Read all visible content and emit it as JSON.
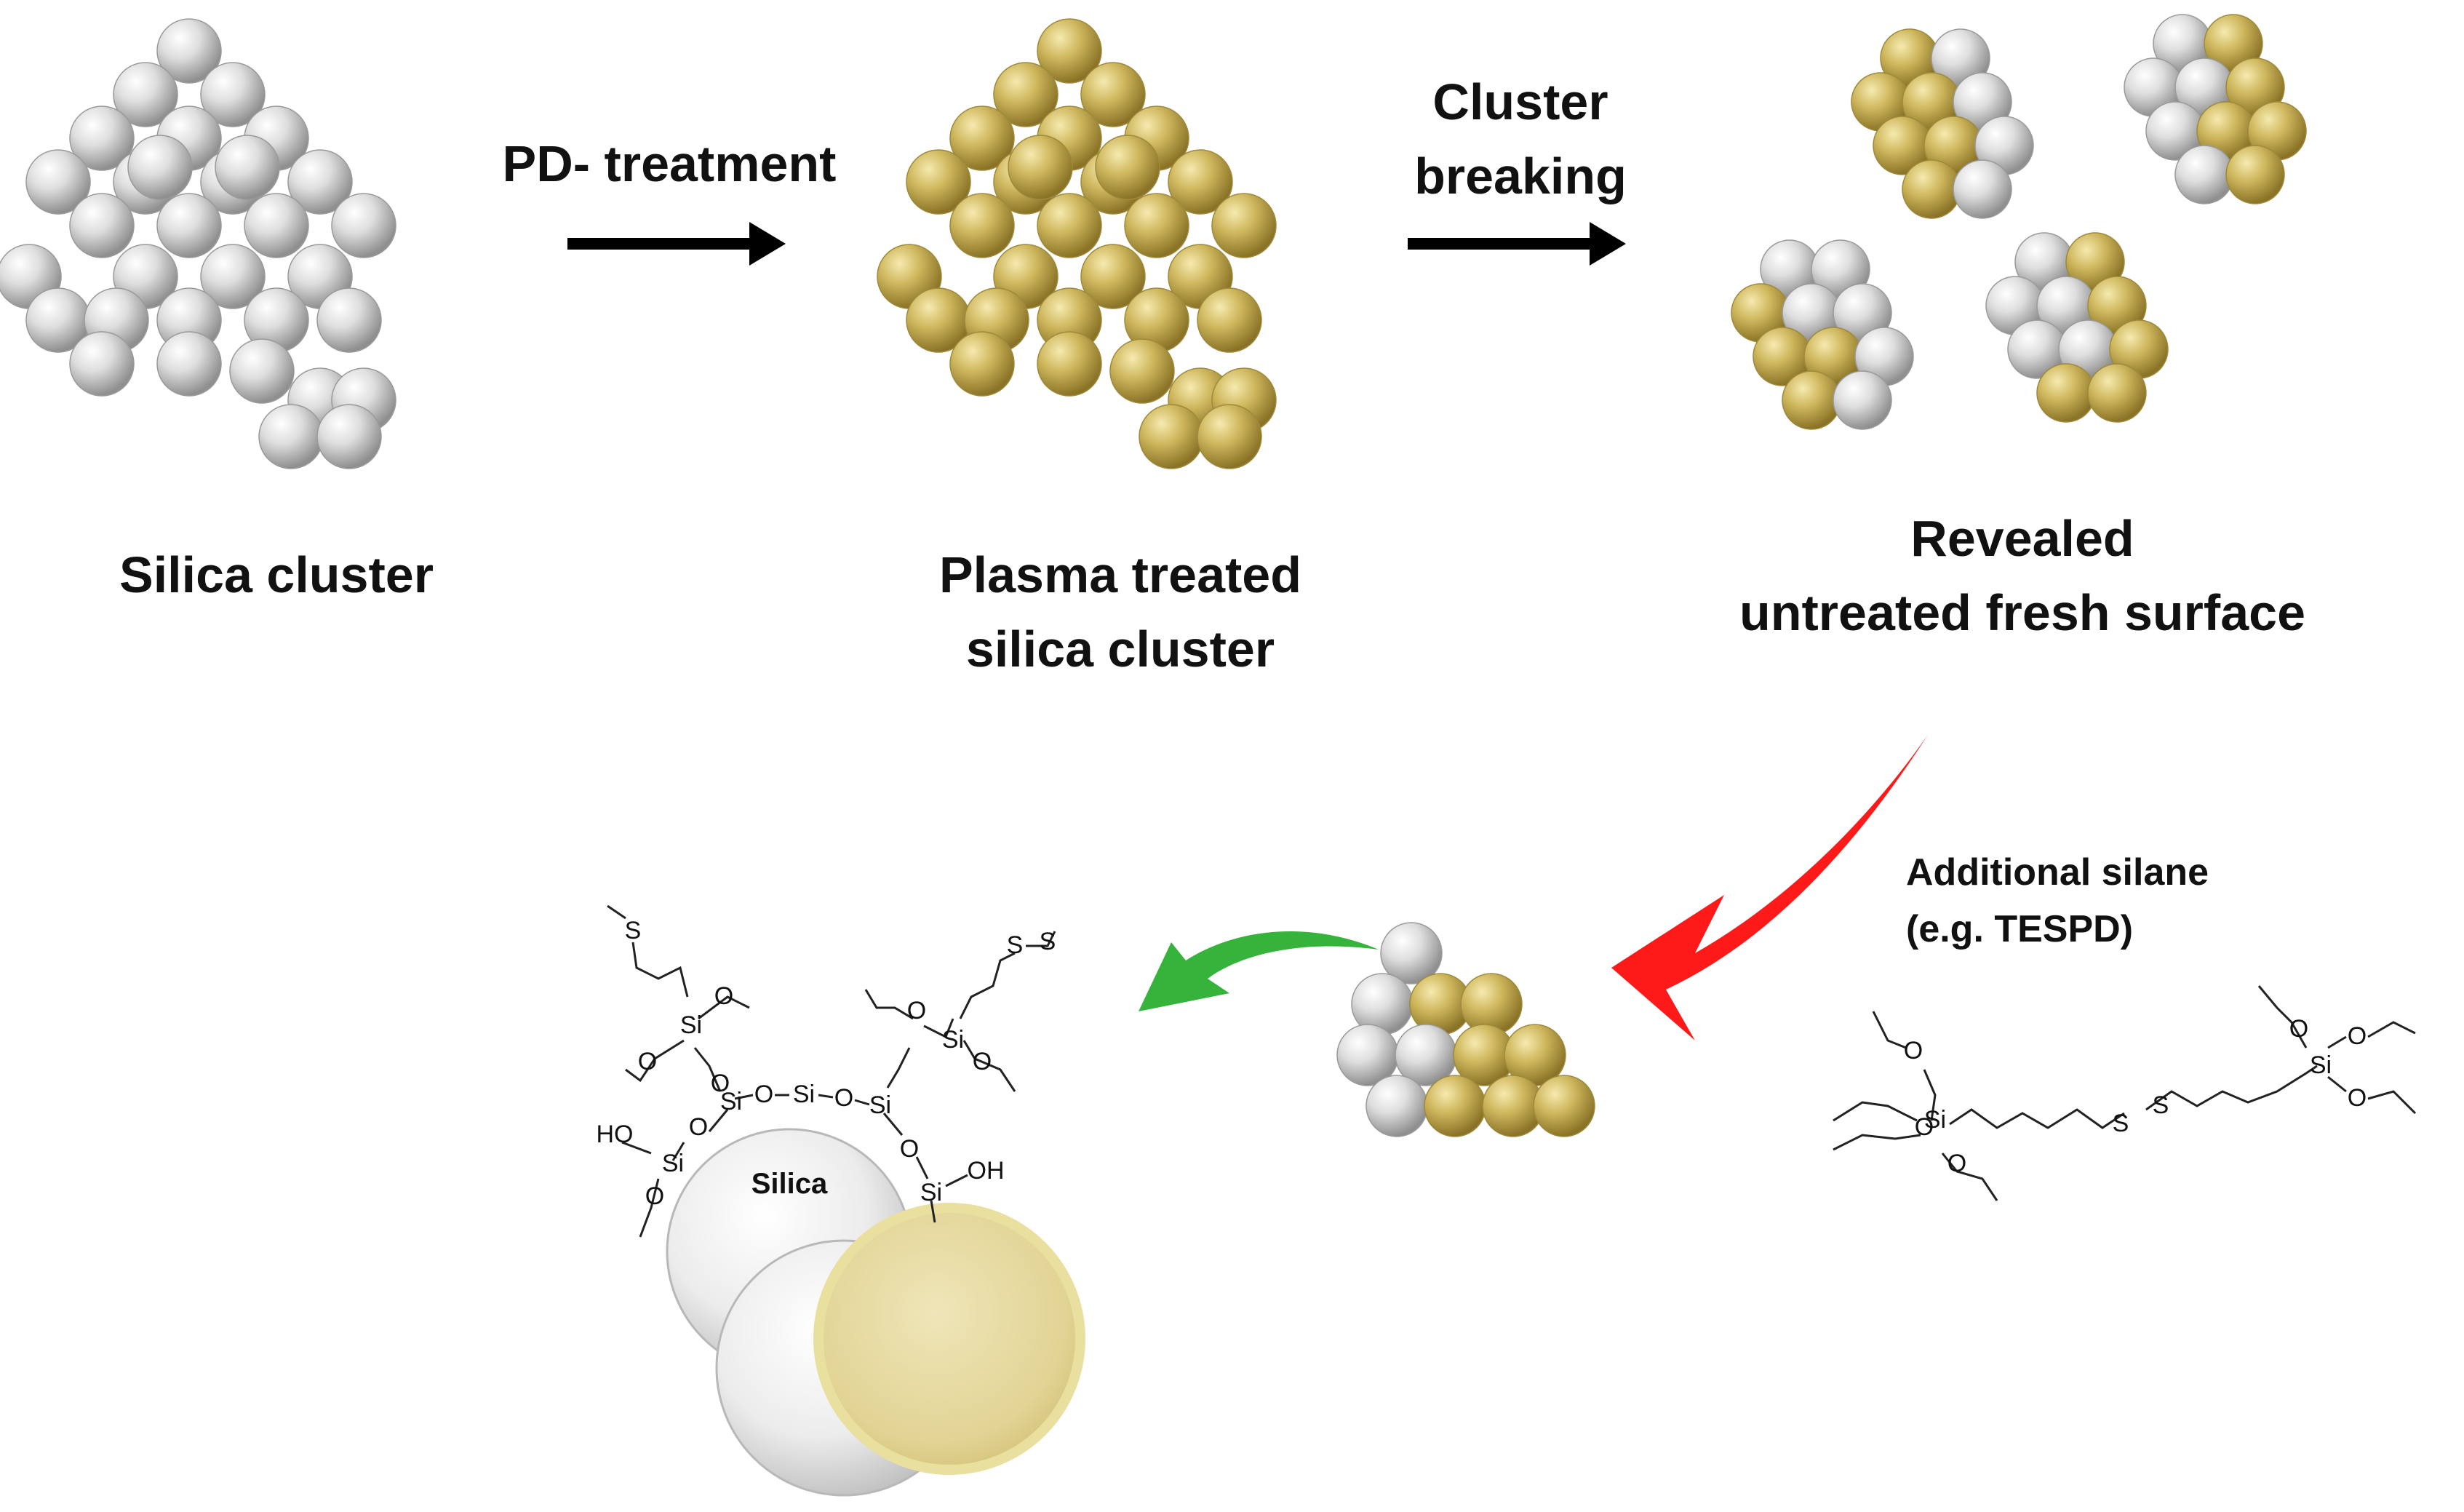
{
  "labels": {
    "silica_cluster": "Silica cluster",
    "pd_treatment": "PD- treatment",
    "cluster_breaking_1": "Cluster",
    "cluster_breaking_2": "breaking",
    "plasma_1": "Plasma treated",
    "plasma_2": "silica cluster",
    "revealed_1": "Revealed",
    "revealed_2": "untreated fresh surface",
    "additional_silane_1": "Additional silane",
    "additional_silane_2": "(e.g. TESPD)",
    "silica_core": "Silica"
  },
  "chem": {
    "si": "Si",
    "o": "O",
    "s": "S",
    "oh": "HO",
    "ho": "OH"
  },
  "colors": {
    "untreated": "#d9d9d9",
    "treated": "#c9b25a",
    "arrow_black": "#000000",
    "arrow_red": "#ff1a1a",
    "arrow_green": "#36b33a"
  }
}
